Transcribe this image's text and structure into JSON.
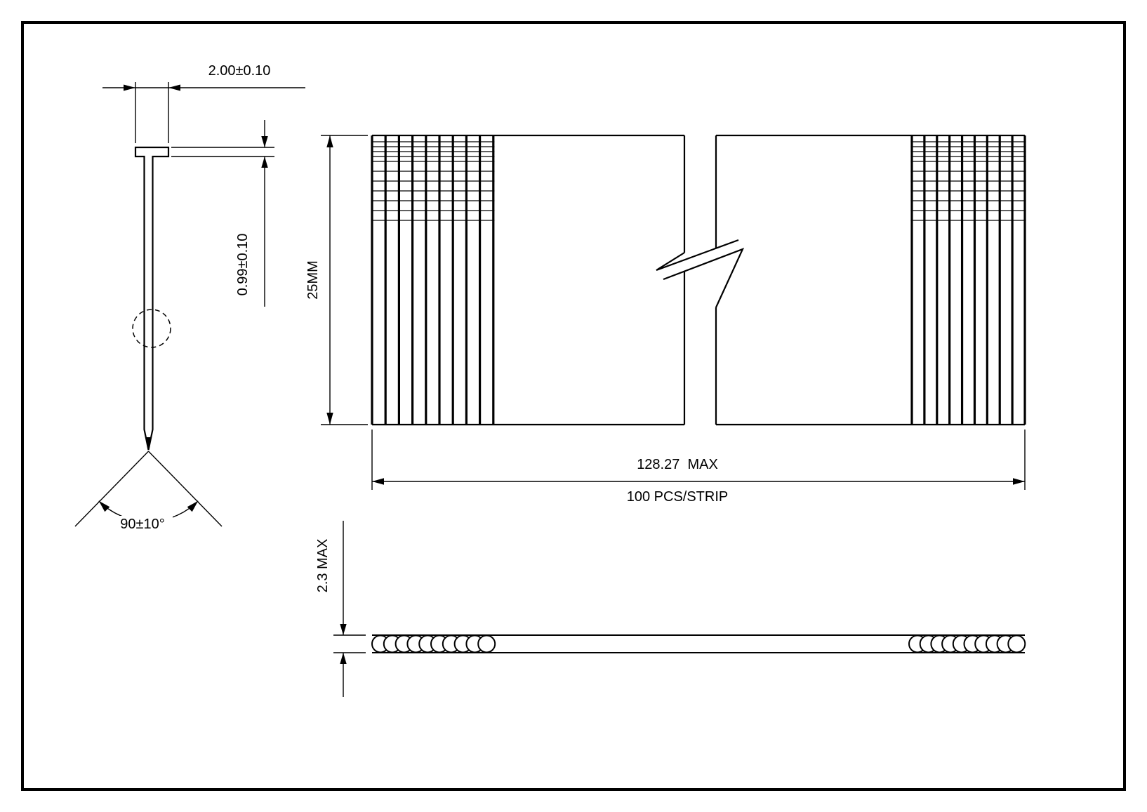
{
  "sheet": {
    "background": "#ffffff",
    "line_color": "#000000"
  },
  "nail_detail_view": {
    "head_width_dim": "2.00±0.10",
    "head_thickness_dim": "0.99±0.10",
    "tip_angle_dim": "90±10°"
  },
  "strip_front_view": {
    "height_dim": "25MM",
    "length_dim": "128.27  MAX",
    "count_label": "100 PCS/STRIP",
    "nail_columns_per_side": 10
  },
  "strip_top_view": {
    "thickness_dim": "2.3 MAX",
    "head_circles_per_side": 10
  }
}
